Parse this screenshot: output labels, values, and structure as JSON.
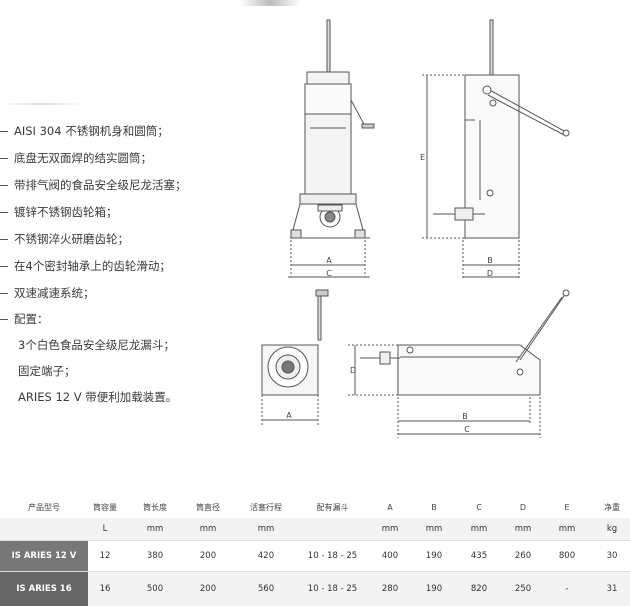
{
  "features": [
    "AISI 304 不锈钢机身和圆筒；",
    "底盘无双面焊的结实圆筒；",
    "带排气阀的食品安全级尼龙活塞；",
    "镀锌不锈钢齿轮箱；",
    "不锈钢淬火研磨齿轮；",
    "在4个密封轴承上的齿轮滑动；",
    "双速减速系统；",
    "配置："
  ],
  "config_items": [
    "3个白色食品安全级尼龙漏斗；",
    "固定端子；",
    "ARIES 12 V 带便利加载装置。"
  ],
  "drawing_labels": {
    "a": "A",
    "b": "B",
    "c": "C",
    "d": "D",
    "e": "E"
  },
  "table": {
    "headers": [
      "产品型号",
      "筒容量",
      "筒长度",
      "筒直径",
      "活塞行程",
      "配有漏斗",
      "A",
      "B",
      "C",
      "D",
      "E",
      "净重"
    ],
    "units": [
      "",
      "L",
      "mm",
      "mm",
      "mm",
      "",
      "mm",
      "mm",
      "mm",
      "mm",
      "mm",
      "kg"
    ],
    "rows": [
      {
        "model": "IS ARIES 12 V",
        "values": [
          "12",
          "380",
          "200",
          "420",
          "10 - 18 - 25",
          "400",
          "190",
          "435",
          "260",
          "800",
          "30"
        ]
      },
      {
        "model": "IS ARIES 16",
        "values": [
          "16",
          "500",
          "200",
          "560",
          "10 - 18 - 25",
          "280",
          "190",
          "820",
          "250",
          "-",
          "31"
        ]
      }
    ]
  }
}
